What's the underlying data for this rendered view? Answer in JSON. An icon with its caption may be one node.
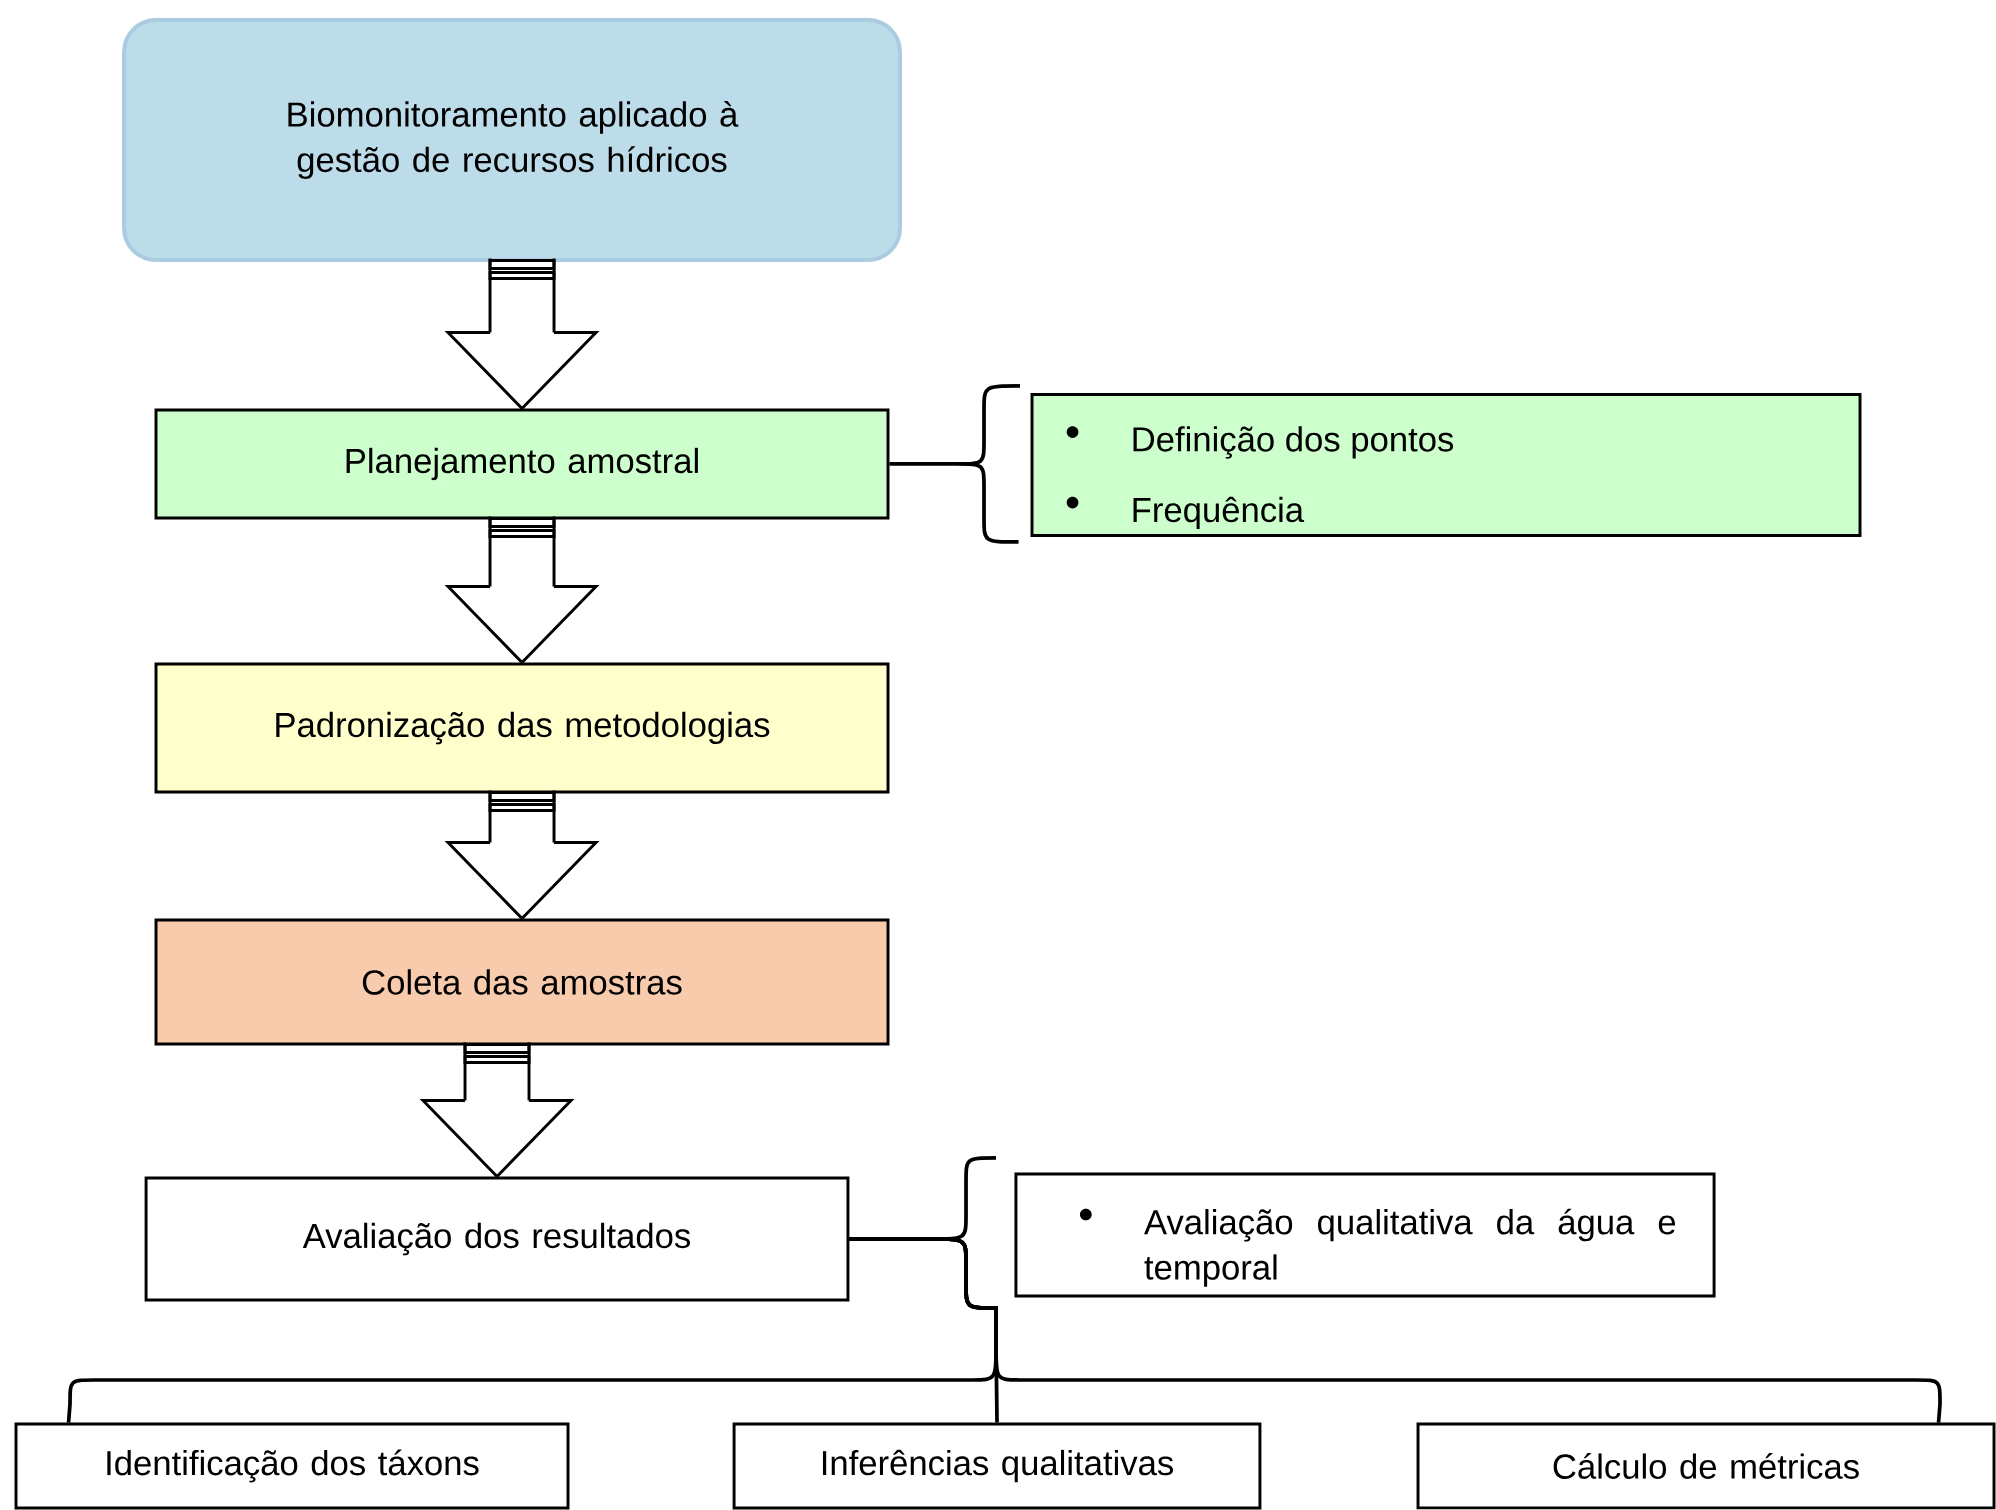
{
  "diagram": {
    "nodes": [
      {
        "text": [
          "Biomonitoramento aplicado à gestão de recursos hídricos"
        ]
      },
      {
        "text": [
          "Planejamento amostral"
        ]
      },
      {
        "text": [
          "Definição dos pontos",
          "Frequência"
        ]
      },
      {
        "text": [
          "Padronização das metodologias"
        ]
      },
      {
        "text": [
          "Coleta das amostras"
        ]
      },
      {
        "text": [
          "Avaliação dos resultados"
        ]
      },
      {
        "text": [
          "Avaliação qualitativa da água e temporal"
        ]
      },
      {
        "text": [
          "Identificação dos táxons"
        ]
      },
      {
        "text": [
          "Inferências qualitativas"
        ]
      },
      {
        "text": [
          "Cálculo de métricas"
        ]
      }
    ],
    "edges": [
      {
        "from": 0,
        "to": 1,
        "arrow": "to"
      },
      {
        "from": 1,
        "to": 3,
        "arrow": "to"
      },
      {
        "from": 3,
        "to": 4,
        "arrow": "to"
      },
      {
        "from": 4,
        "to": 5,
        "arrow": "to"
      },
      {
        "from": 1,
        "to": 2,
        "arrow": "none"
      },
      {
        "from": 5,
        "to": 6,
        "arrow": "none"
      },
      {
        "from": 5,
        "to": 7,
        "arrow": "none"
      },
      {
        "from": 5,
        "to": 8,
        "arrow": "none"
      },
      {
        "from": 5,
        "to": 9,
        "arrow": "none"
      }
    ]
  }
}
